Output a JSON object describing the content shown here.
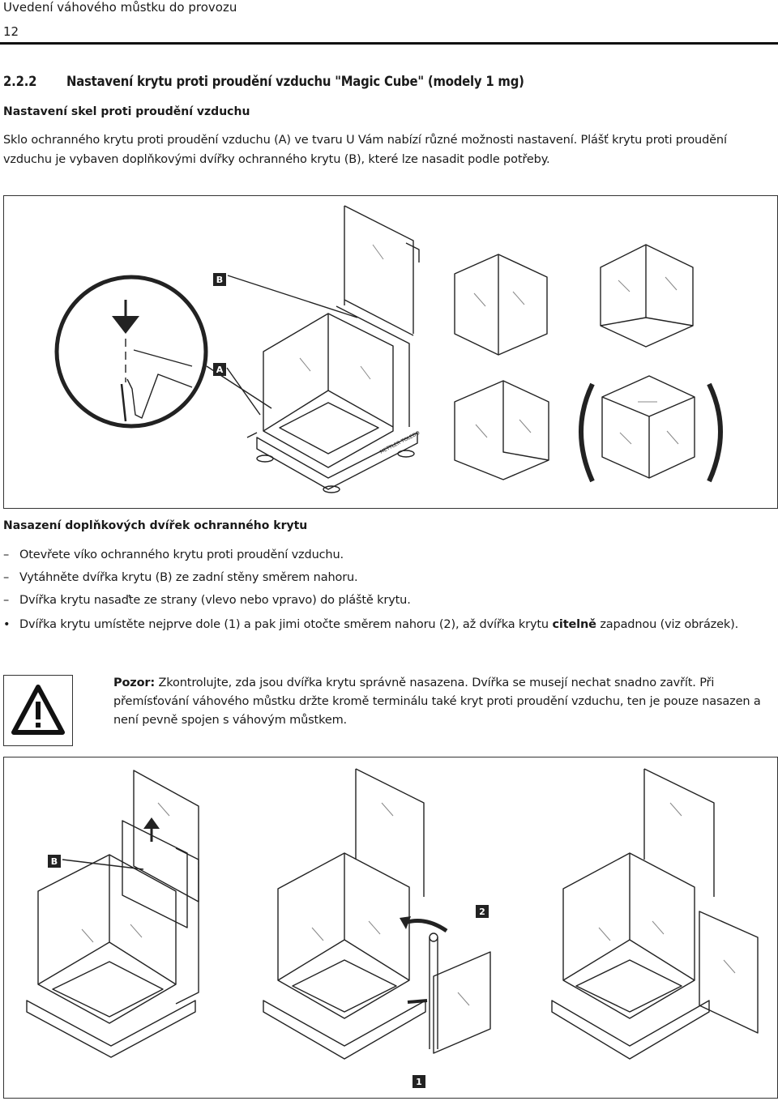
{
  "header": {
    "title": "Uvedení váhového můstku do provozu",
    "page_number": "12"
  },
  "section": {
    "number": "2.2.2",
    "title": "Nastavení krytu proti proudění vzduchu \"Magic Cube\" (modely 1 mg)"
  },
  "subsection": {
    "title": "Nastavení skel proti proudění vzduchu",
    "body": "Sklo ochranného krytu proti proudění vzduchu (A) ve tvaru U Vám nabízí různé možnosti nastavení. Plášť krytu proti proudění vzduchu je vybaven doplňkovými dvířky ochranného krytu (B), které lze nasadit podle potřeby."
  },
  "figure1": {
    "labels": {
      "b": "B",
      "a": "A"
    }
  },
  "procedure": {
    "title": "Nasazení doplňkových dvířek ochranného krytu",
    "steps": [
      {
        "marker": "–",
        "text": "Otevřete víko ochranného krytu proti proudění vzduchu."
      },
      {
        "marker": "–",
        "text": "Vytáhněte dvířka krytu (B) ze zadní stěny směrem nahoru."
      },
      {
        "marker": "–",
        "text": "Dvířka krytu nasaďte ze strany (vlevo nebo vpravo) do pláště krytu."
      }
    ],
    "bullet": {
      "marker": "•",
      "text_before": "Dvířka krytu umístěte nejprve dole (1) a pak jimi otočte směrem nahoru (2), až dvířka krytu ",
      "bold": "citelně",
      "text_after": " zapadnou (viz obrázek)."
    }
  },
  "warning": {
    "label": "Pozor:",
    "text": " Zkontrolujte, zda jsou dvířka krytu správně nasazena. Dvířka se musejí nechat snadno zavřít. Při přemísťování váhového můstku držte kromě terminálu také kryt proti proudění vzduchu, ten je pouze nasazen a není pevně spojen s váhovým můstkem."
  },
  "figure2": {
    "labels": {
      "b": "B",
      "two": "2",
      "one": "1"
    }
  },
  "brand_mark": "METTLER TOLEDO",
  "icons": [
    "warning-triangle-icon",
    "arrow-down-icon",
    "arrow-up-icon",
    "curved-arrow-icon"
  ]
}
